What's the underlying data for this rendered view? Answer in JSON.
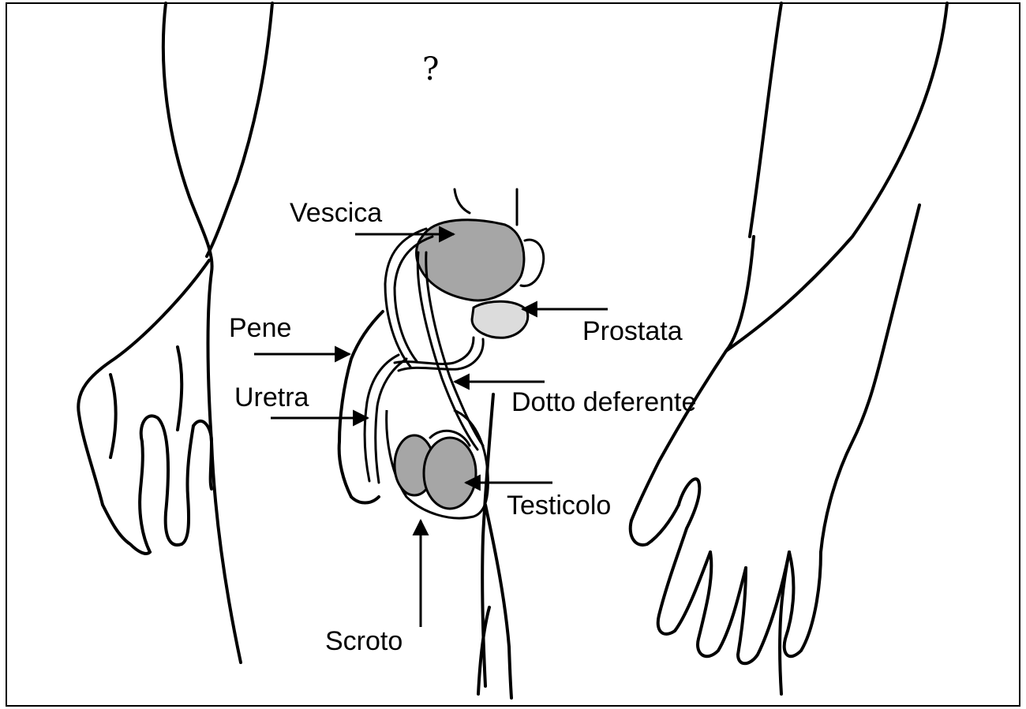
{
  "diagram": {
    "marker": "?",
    "labels": {
      "bladder": "Vescica",
      "prostate": "Prostata",
      "penis": "Pene",
      "urethra": "Uretra",
      "vas_deferens": "Dotto deferente",
      "testicle": "Testicolo",
      "scrotum": "Scroto"
    },
    "colors": {
      "bladder_fill": "#a6a6a6",
      "prostate_fill": "#dcdcdc",
      "testicle_fill": "#a6a6a6",
      "line": "#000000",
      "frame": "#000000",
      "background": "#ffffff"
    }
  }
}
